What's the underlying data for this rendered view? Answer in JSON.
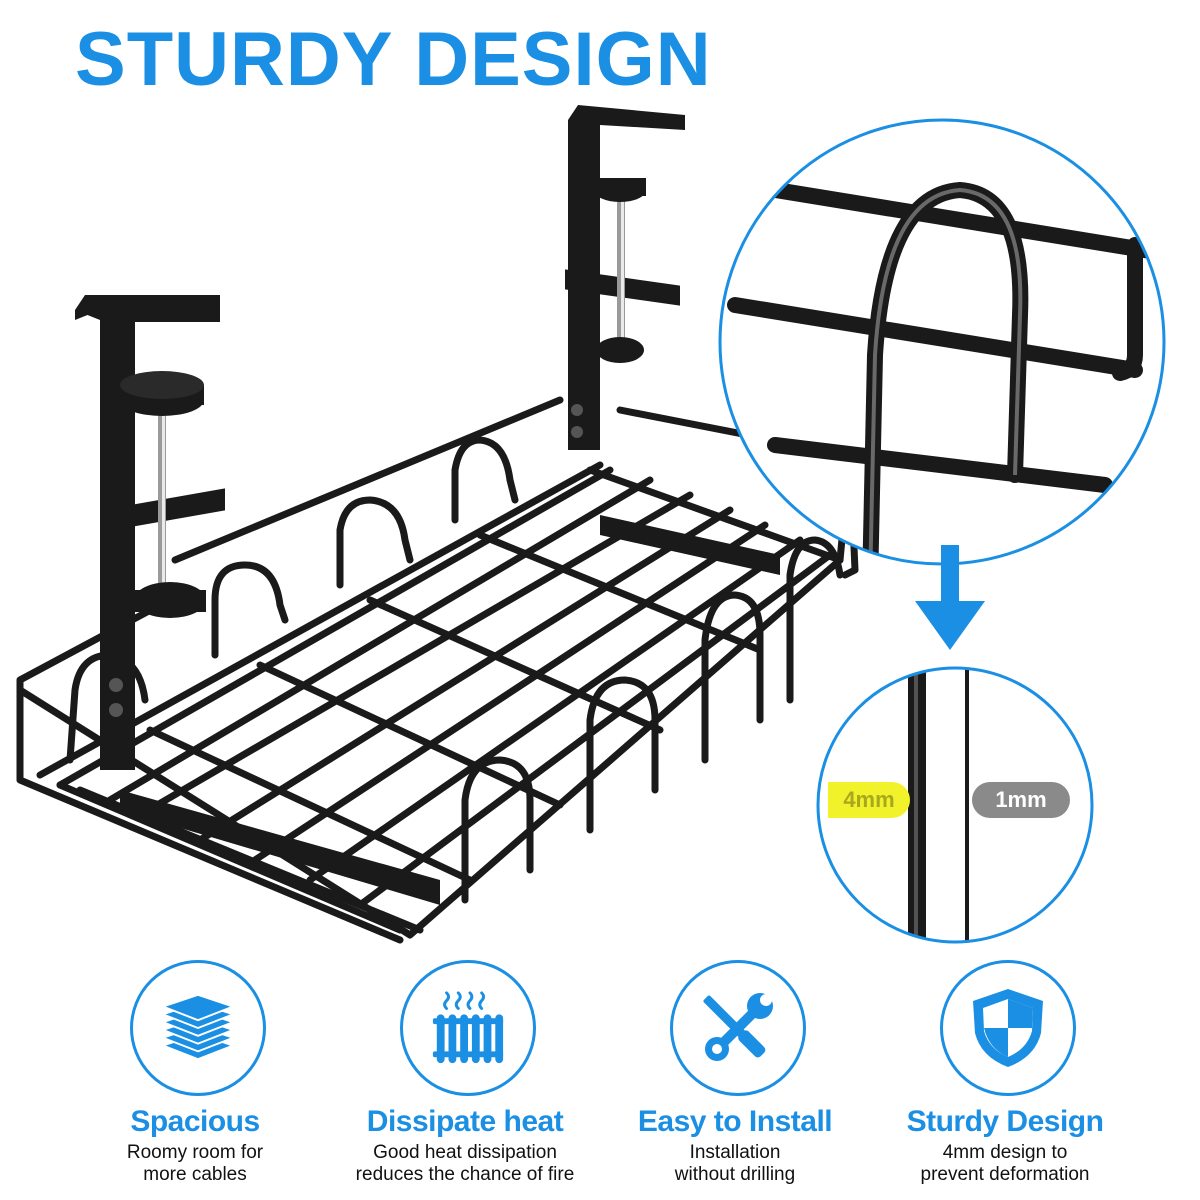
{
  "headline": "STURDY DESIGN",
  "colors": {
    "accent": "#1a8fe3",
    "wire": "#1a1a1a",
    "label_yellow": "#f2f22a",
    "label_gray": "#8a8a8a"
  },
  "zoom_labels": {
    "left": "4mm",
    "right": "1mm"
  },
  "features": [
    {
      "icon": "stack-icon",
      "title": "Spacious",
      "desc1": "Roomy room for",
      "desc2": "more cables"
    },
    {
      "icon": "radiator-icon",
      "title": "Dissipate heat",
      "desc1": "Good heat dissipation",
      "desc2": "reduces the chance of fire"
    },
    {
      "icon": "tools-icon",
      "title": "Easy to Install",
      "desc1": "Installation",
      "desc2": "without drilling"
    },
    {
      "icon": "shield-icon",
      "title": "Sturdy Design",
      "desc1": "4mm design to",
      "desc2": "prevent deformation"
    }
  ]
}
